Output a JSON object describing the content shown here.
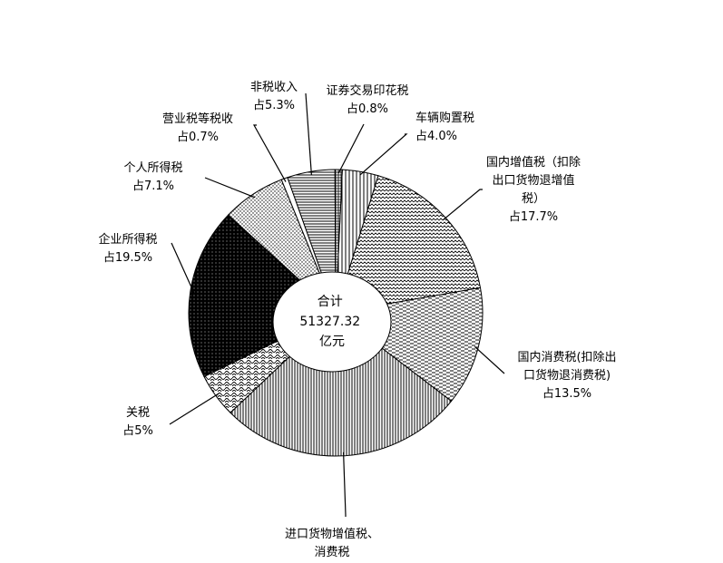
{
  "chart_data": {
    "type": "pie",
    "variant": "donut",
    "center_label": [
      "合计",
      "51327.32",
      "亿元"
    ],
    "slices": [
      {
        "name": "车辆购置税",
        "label_lines": [
          "车辆购置税",
          "占4.0%"
        ],
        "value": 4.0,
        "pattern": "vlines"
      },
      {
        "name": "国内增值税（扣除出口货物退增值税）",
        "label_lines": [
          "国内增值税（扣除",
          "出口货物退增值",
          "税）",
          "占17.7%"
        ],
        "value": 17.7,
        "pattern": "zigzag"
      },
      {
        "name": "国内消费税(扣除出口货物退消费税)",
        "label_lines": [
          "国内消费税(扣除出",
          "口货物退消费税)",
          "占13.5%"
        ],
        "value": 13.5,
        "pattern": "dashes"
      },
      {
        "name": "进口货物增值税、消费税",
        "label_lines": [
          "进口货物增值税、",
          "消费税"
        ],
        "value": 27.4,
        "pattern": "vlines-dense"
      },
      {
        "name": "关税",
        "label_lines": [
          "关税",
          "占5%"
        ],
        "value": 5.0,
        "pattern": "waves"
      },
      {
        "name": "企业所得税",
        "label_lines": [
          "企业所得税",
          "占19.5%"
        ],
        "value": 19.5,
        "pattern": "black"
      },
      {
        "name": "个人所得税",
        "label_lines": [
          "个人所得税",
          "占7.1%"
        ],
        "value": 7.1,
        "pattern": "dots"
      },
      {
        "name": "营业税等税收",
        "label_lines": [
          "营业税等税收",
          "占0.7%"
        ],
        "value": 0.7,
        "pattern": "white"
      },
      {
        "name": "非税收入",
        "label_lines": [
          "非税收入",
          "占5.3%"
        ],
        "value": 5.3,
        "pattern": "hlines"
      },
      {
        "name": "证券交易印花税",
        "label_lines": [
          "证券交易印花税",
          "占0.8%"
        ],
        "value": 0.8,
        "pattern": "grid"
      }
    ]
  }
}
